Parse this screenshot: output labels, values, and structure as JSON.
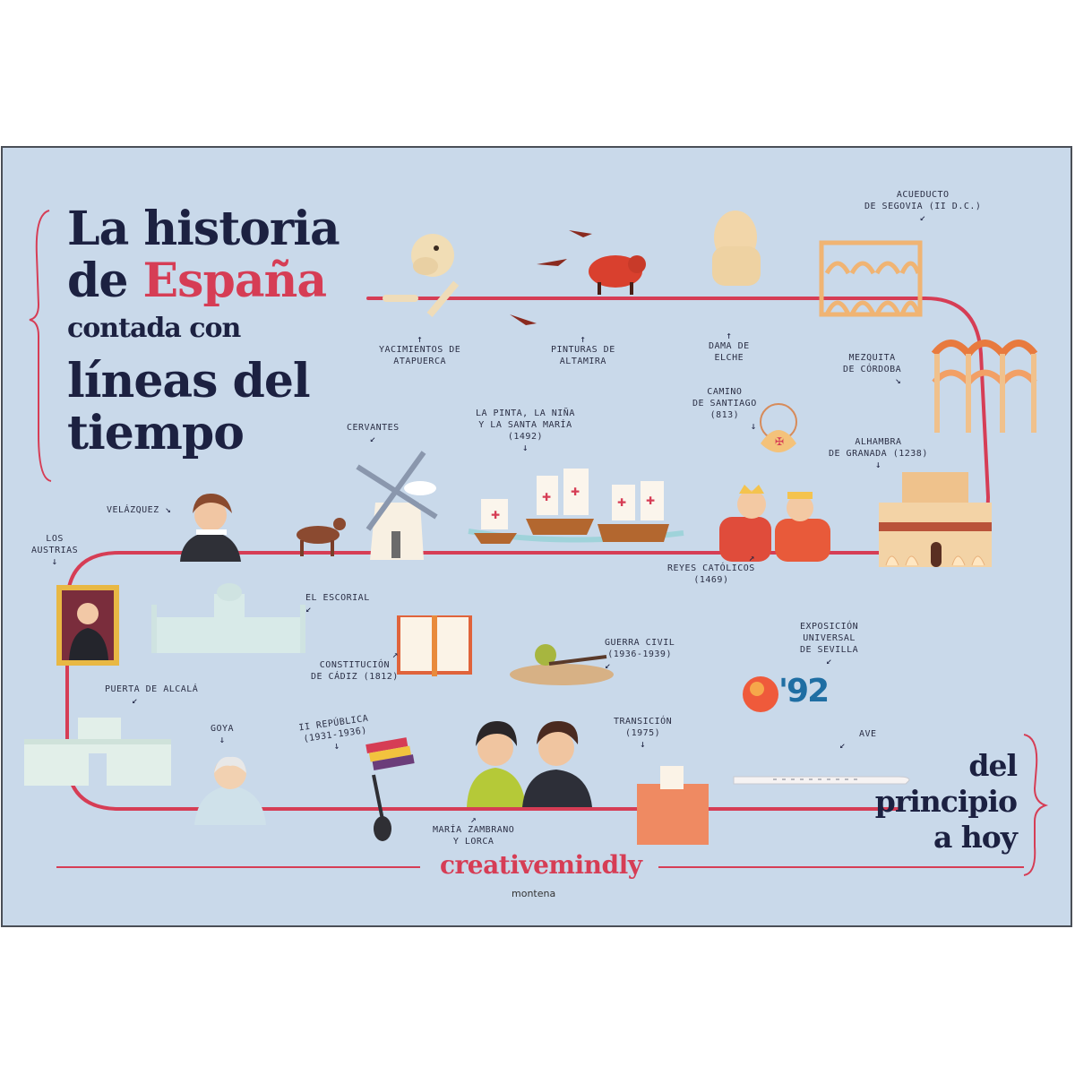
{
  "title": {
    "line1": "La historia",
    "line2_prefix": "de ",
    "line2_highlight": "España",
    "line3": "contada con",
    "line4": "líneas del",
    "line5": "tiempo"
  },
  "subtitle": {
    "line1": "del",
    "line2": "principio",
    "line3": "a hoy"
  },
  "brand": "creativemindly",
  "publisher": "montena",
  "colors": {
    "background": "#c9d9ea",
    "timeline": "#d63d55",
    "title_text": "#1c2141",
    "accent": "#d63d55"
  },
  "milestones": [
    {
      "id": "atapuerca",
      "label_l1": "Yacimientos de",
      "label_l2": "Atapuerca",
      "icon": "skull-bone-icon"
    },
    {
      "id": "altamira",
      "label_l1": "Pinturas de",
      "label_l2": "Altamira",
      "icon": "bison-cave-painting-icon"
    },
    {
      "id": "dama-elche",
      "label_l1": "Dama de",
      "label_l2": "Elche",
      "icon": "bust-sculpture-icon"
    },
    {
      "id": "acueducto",
      "label_l1": "Acueducto",
      "label_l2": "de Segovia (II d.C.)",
      "icon": "aqueduct-icon"
    },
    {
      "id": "mezquita",
      "label_l1": "Mezquita",
      "label_l2": "de Córdoba",
      "icon": "mosque-arches-icon"
    },
    {
      "id": "santiago",
      "label_l1": "Camino",
      "label_l2": "de Santiago",
      "label_l3": "(813)",
      "icon": "scallop-shell-icon"
    },
    {
      "id": "alhambra",
      "label_l1": "Alhambra",
      "label_l2": "de Granada (1238)",
      "icon": "palace-icon"
    },
    {
      "id": "reyes",
      "label_l1": "Reyes Católicos",
      "label_l2": "(1469)",
      "icon": "monarchs-icon"
    },
    {
      "id": "carabelas",
      "label_l1": "La Pinta, la Niña",
      "label_l2": "y la Santa María",
      "label_l3": "(1492)",
      "icon": "caravel-ships-icon"
    },
    {
      "id": "cervantes",
      "label_l1": "Cervantes",
      "icon": "windmill-icon"
    },
    {
      "id": "velazquez",
      "label_l1": "Velázquez",
      "icon": "portrait-icon"
    },
    {
      "id": "austrias",
      "label_l1": "Los",
      "label_l2": "Austrias",
      "icon": "framed-portrait-icon"
    },
    {
      "id": "escorial",
      "label_l1": "El Escorial",
      "icon": "monastery-icon"
    },
    {
      "id": "cadiz",
      "label_l1": "Constitución",
      "label_l2": "de Cádiz (1812)",
      "icon": "open-book-icon"
    },
    {
      "id": "guerra",
      "label_l1": "Guerra Civil",
      "label_l2": "(1936-1939)",
      "icon": "soldier-rifle-icon"
    },
    {
      "id": "expo",
      "label_l1": "Exposición",
      "label_l2": "Universal",
      "label_l3": "de Sevilla",
      "icon": "expo-92-logo-icon",
      "logo_text": "'92"
    },
    {
      "id": "alcala",
      "label_l1": "Puerta de Alcalá",
      "icon": "gate-monument-icon"
    },
    {
      "id": "goya",
      "label_l1": "Goya",
      "icon": "portrait-goya-icon"
    },
    {
      "id": "republica",
      "label_l1": "II República",
      "label_l2": "(1931-1936)",
      "icon": "republic-flag-icon"
    },
    {
      "id": "zambrano",
      "label_l1": "María Zambrano",
      "label_l2": "y Lorca",
      "icon": "two-portraits-icon"
    },
    {
      "id": "transicion",
      "label_l1": "Transición",
      "label_l2": "(1975)",
      "icon": "ballot-box-icon"
    },
    {
      "id": "ave",
      "label_l1": "AVE",
      "icon": "high-speed-train-icon"
    }
  ]
}
